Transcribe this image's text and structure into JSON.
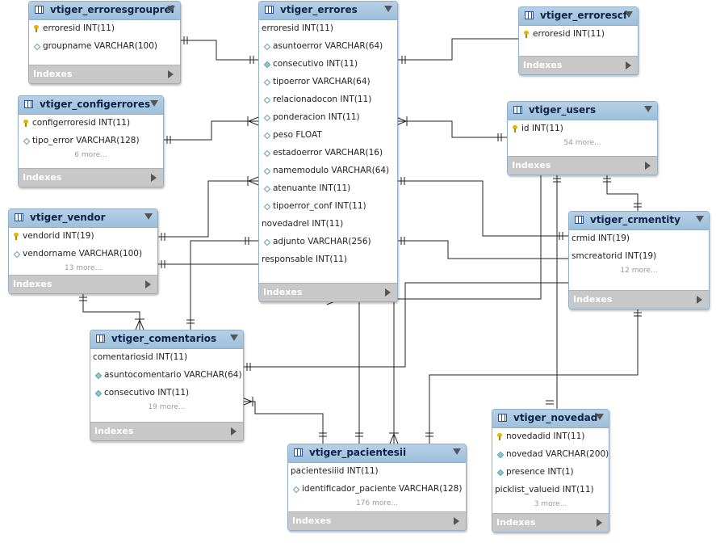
{
  "indexes_label": "Indexes",
  "colors": {
    "header": "#a8c8e0",
    "line": "#222222",
    "indexes_bar": "#c8c8c8"
  },
  "tables": [
    {
      "id": "vtiger_erroresgrouprel",
      "name": "vtiger_erroresgrouprel",
      "columns": [
        {
          "icon": "key",
          "text": "erroresid INT(11)"
        },
        {
          "icon": "diamond",
          "text": "groupname VARCHAR(100)"
        }
      ]
    },
    {
      "id": "vtiger_errores",
      "name": "vtiger_errores",
      "columns": [
        {
          "icon": "none",
          "text": "erroresid INT(11)"
        },
        {
          "icon": "diamond",
          "text": "asuntoerror VARCHAR(64)"
        },
        {
          "icon": "diamond-filled",
          "text": "consecutivo INT(11)"
        },
        {
          "icon": "diamond",
          "text": "tipoerror VARCHAR(64)"
        },
        {
          "icon": "diamond",
          "text": "relacionadocon INT(11)"
        },
        {
          "icon": "diamond",
          "text": "ponderacion INT(11)"
        },
        {
          "icon": "diamond",
          "text": "peso FLOAT"
        },
        {
          "icon": "diamond",
          "text": "estadoerror VARCHAR(16)"
        },
        {
          "icon": "diamond",
          "text": "namemodulo VARCHAR(64)"
        },
        {
          "icon": "diamond",
          "text": "atenuante INT(11)"
        },
        {
          "icon": "diamond",
          "text": "tipoerror_conf INT(11)"
        },
        {
          "icon": "none",
          "text": "novedadrel INT(11)"
        },
        {
          "icon": "diamond",
          "text": "adjunto VARCHAR(256)"
        },
        {
          "icon": "none",
          "text": "responsable INT(11)"
        }
      ]
    },
    {
      "id": "vtiger_errorescf",
      "name": "vtiger_errorescf",
      "columns": [
        {
          "icon": "key",
          "text": "erroresid INT(11)"
        }
      ]
    },
    {
      "id": "vtiger_configerrores",
      "name": "vtiger_configerrores",
      "columns": [
        {
          "icon": "key",
          "text": "configerroresid INT(11)"
        },
        {
          "icon": "diamond",
          "text": "tipo_error VARCHAR(128)"
        }
      ],
      "more": "6 more..."
    },
    {
      "id": "vtiger_users",
      "name": "vtiger_users",
      "columns": [
        {
          "icon": "key",
          "text": "id INT(11)"
        }
      ],
      "more": "54 more..."
    },
    {
      "id": "vtiger_vendor",
      "name": "vtiger_vendor",
      "columns": [
        {
          "icon": "key",
          "text": "vendorid INT(19)"
        },
        {
          "icon": "diamond",
          "text": "vendorname VARCHAR(100)"
        }
      ],
      "more": "13 more..."
    },
    {
      "id": "vtiger_crmentity",
      "name": "vtiger_crmentity",
      "columns": [
        {
          "icon": "none",
          "text": "crmid INT(19)"
        },
        {
          "icon": "none",
          "text": "smcreatorid INT(19)"
        }
      ],
      "more": "12 more..."
    },
    {
      "id": "vtiger_comentarios",
      "name": "vtiger_comentarios",
      "columns": [
        {
          "icon": "none",
          "text": "comentariosid INT(11)"
        },
        {
          "icon": "diamond-filled",
          "text": "asuntocomentario VARCHAR(64)"
        },
        {
          "icon": "diamond-filled",
          "text": "consecutivo INT(11)"
        }
      ],
      "more": "19 more..."
    },
    {
      "id": "vtiger_novedad",
      "name": "vtiger_novedad",
      "columns": [
        {
          "icon": "key",
          "text": "novedadid INT(11)"
        },
        {
          "icon": "diamond-filled",
          "text": "novedad VARCHAR(200)"
        },
        {
          "icon": "diamond-filled",
          "text": "presence INT(1)"
        },
        {
          "icon": "none",
          "text": "picklist_valueid INT(11)"
        }
      ],
      "more": "3 more..."
    },
    {
      "id": "vtiger_pacientesii",
      "name": "vtiger_pacientesii",
      "columns": [
        {
          "icon": "none",
          "text": "pacientesiiid INT(11)"
        },
        {
          "icon": "diamond",
          "text": "identificador_paciente VARCHAR(128)"
        }
      ],
      "more": "176 more..."
    }
  ]
}
